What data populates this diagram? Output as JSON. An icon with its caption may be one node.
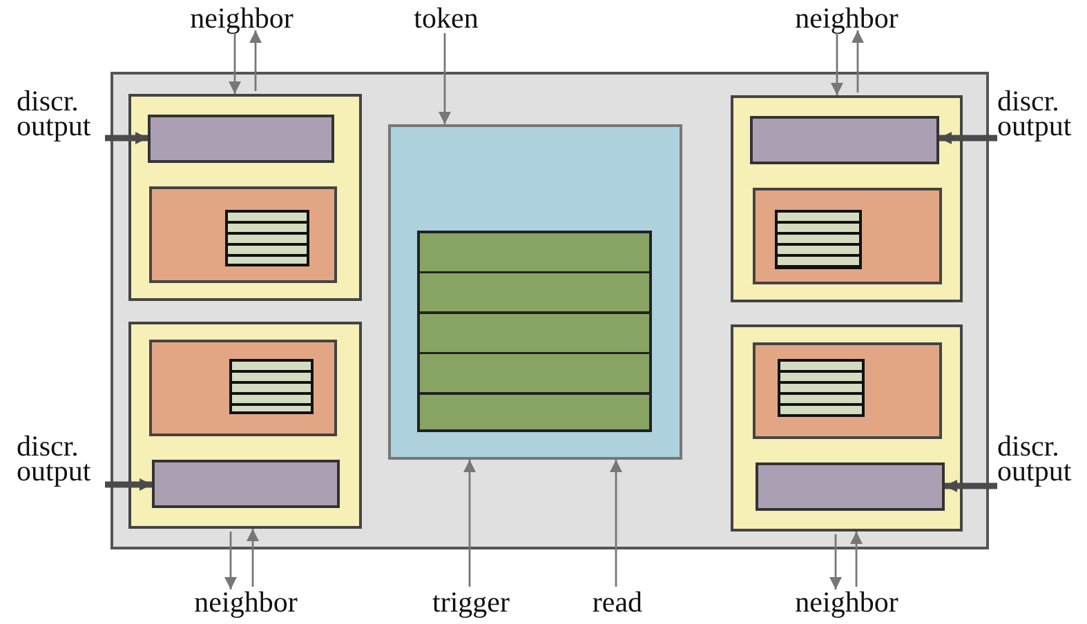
{
  "diagram": {
    "nodes": [
      {
        "text": [],
        "shape": "box"
      },
      {
        "text": [],
        "shape": "box",
        "in": 0
      },
      {
        "text": [],
        "shape": "box",
        "in": 1
      },
      {
        "text": [],
        "shape": "box",
        "in": 1
      },
      {
        "text": [],
        "shape": "box",
        "in": 3
      },
      {
        "text": [],
        "shape": "box",
        "in": 0
      },
      {
        "text": [],
        "shape": "box",
        "in": 5
      },
      {
        "text": [],
        "shape": "box",
        "in": 6
      },
      {
        "text": [],
        "shape": "box",
        "in": 5
      },
      {
        "text": [],
        "shape": "box",
        "in": 0
      },
      {
        "text": [],
        "shape": "box",
        "in": 9
      },
      {
        "text": [],
        "shape": "box",
        "in": 0
      },
      {
        "text": [],
        "shape": "box",
        "in": 11
      },
      {
        "text": [],
        "shape": "box",
        "in": 11
      },
      {
        "text": [],
        "shape": "box",
        "in": 13
      },
      {
        "text": [],
        "shape": "box",
        "in": 0
      },
      {
        "text": [],
        "shape": "box",
        "in": 15
      },
      {
        "text": [],
        "shape": "box",
        "in": 16
      },
      {
        "text": [],
        "shape": "box",
        "in": 15
      },
      {
        "text": [
          "neighbor"
        ]
      },
      {
        "text": [
          "token"
        ]
      },
      {
        "text": [
          "neighbor"
        ]
      },
      {
        "text": [
          "discr. output"
        ]
      },
      {
        "text": [
          "discr. output"
        ]
      },
      {
        "text": [
          "discr. output"
        ]
      },
      {
        "text": [
          "discr. output"
        ]
      },
      {
        "text": [
          "neighbor"
        ]
      },
      {
        "text": [
          "trigger"
        ]
      },
      {
        "text": [
          "read"
        ]
      },
      {
        "text": [
          "neighbor"
        ]
      }
    ],
    "edges": [
      {
        "from": 19,
        "to": 1,
        "arrow": "to"
      },
      {
        "from": 1,
        "to": 19,
        "arrow": "to"
      },
      {
        "from": 20,
        "to": 9,
        "arrow": "to"
      },
      {
        "from": 21,
        "to": 11,
        "arrow": "to"
      },
      {
        "from": 11,
        "to": 21,
        "arrow": "to"
      },
      {
        "from": 22,
        "to": 2,
        "arrow": "to",
        "style": "thick"
      },
      {
        "from": 23,
        "to": 12,
        "arrow": "to",
        "style": "thick"
      },
      {
        "from": 24,
        "to": 8,
        "arrow": "to",
        "style": "thick"
      },
      {
        "from": 25,
        "to": 18,
        "arrow": "to",
        "style": "thick"
      },
      {
        "from": 5,
        "to": 26,
        "arrow": "to"
      },
      {
        "from": 26,
        "to": 5,
        "arrow": "to"
      },
      {
        "from": 27,
        "to": 9,
        "arrow": "to"
      },
      {
        "from": 28,
        "to": 9,
        "arrow": "to"
      },
      {
        "from": 15,
        "to": 29,
        "arrow": "to"
      },
      {
        "from": 29,
        "to": 15,
        "arrow": "to"
      }
    ]
  }
}
